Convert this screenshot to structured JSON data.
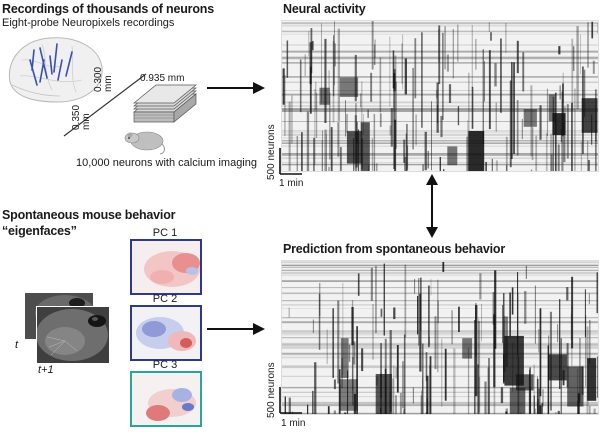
{
  "panels": {
    "recordings": {
      "title": "Recordings of thousands of neurons",
      "subtitle": "Eight-probe Neuropixels recordings",
      "dim_top": "0.935 mm",
      "dim_mid": "0.300",
      "dim_mid_unit": "mm",
      "dim_left": "0.350",
      "dim_left_unit": "mm",
      "caption": "10,000 neurons with calcium imaging"
    },
    "neural_activity": {
      "title": "Neural activity",
      "scale_y": "500 neurons",
      "scale_x": "1 min"
    },
    "behavior": {
      "title_line1": "Spontaneous mouse behavior",
      "title_line2": "“eigenfaces”",
      "frame_t": "t",
      "frame_t1": "t+1",
      "pcs": [
        {
          "label": "PC 1",
          "border": "#2d3a8c"
        },
        {
          "label": "PC 2",
          "border": "#2d3a8c"
        },
        {
          "label": "PC 3",
          "border": "#2aa59a"
        }
      ]
    },
    "prediction": {
      "title": "Prediction from spontaneous behavior",
      "scale_y": "500 neurons",
      "scale_x": "1 min"
    }
  },
  "colors": {
    "raster_ink": "#111111",
    "pc_red": "#d63a3a",
    "pc_blue": "#3a4fb0",
    "pc3_border": "#2aa59a"
  }
}
